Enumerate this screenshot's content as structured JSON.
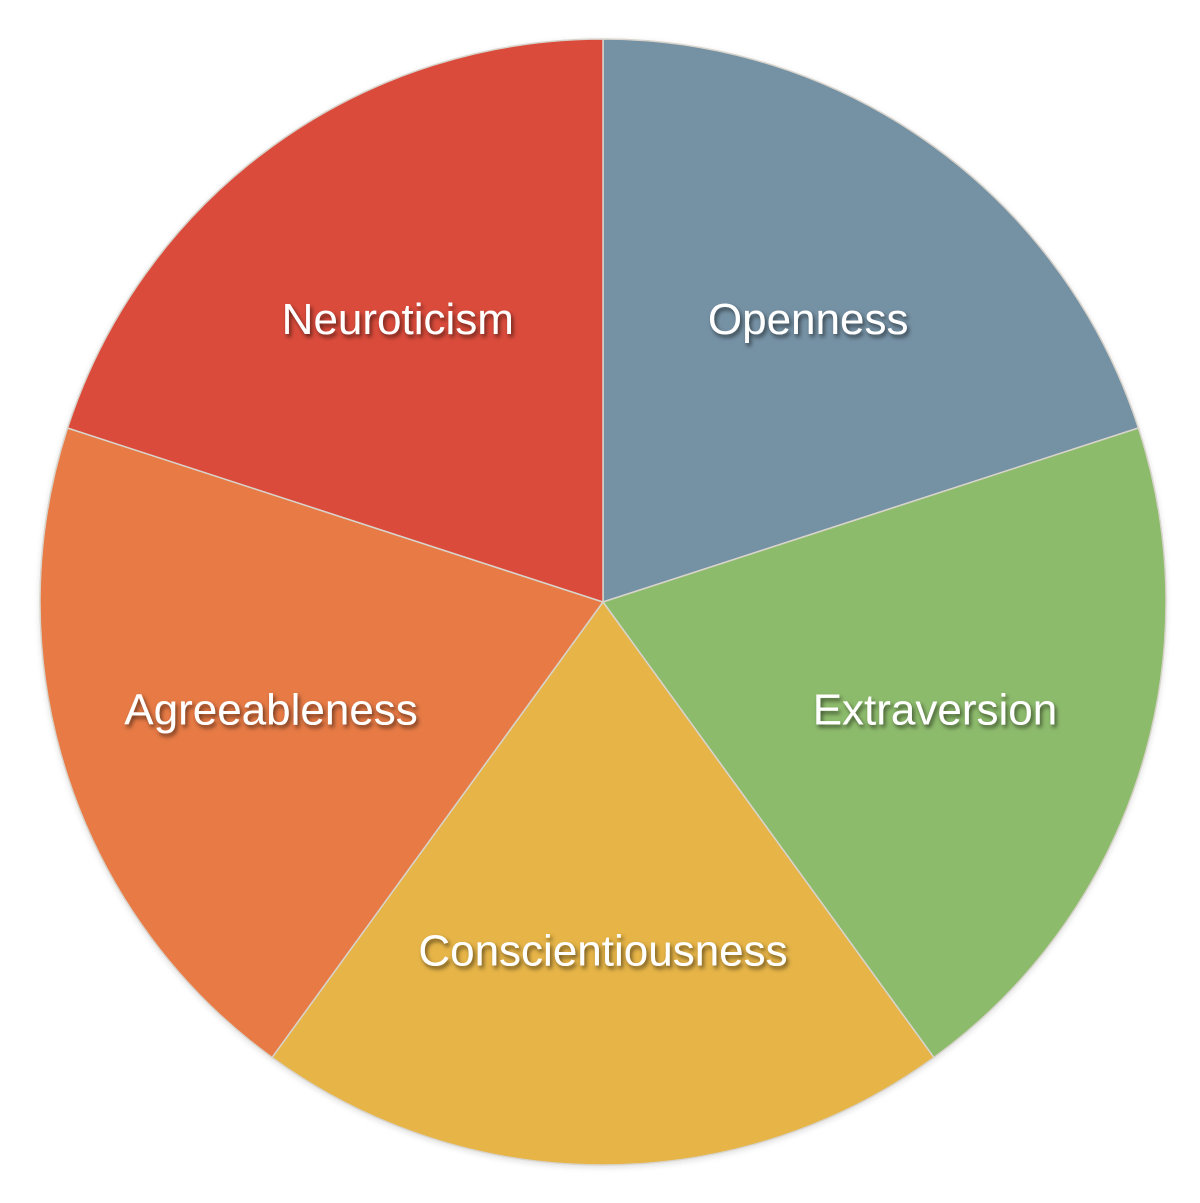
{
  "chart_data": {
    "type": "pie",
    "title": "",
    "slices": [
      {
        "label": "Openness",
        "value": 20,
        "color": "#7491a4"
      },
      {
        "label": "Extraversion",
        "value": 20,
        "color": "#8dbb6c"
      },
      {
        "label": "Conscientiousness",
        "value": 20,
        "color": "#e6b446"
      },
      {
        "label": "Agreeableness",
        "value": 20,
        "color": "#e77a45"
      },
      {
        "label": "Neuroticism",
        "value": 20,
        "color": "#da4b3b"
      }
    ],
    "start_angle_deg": 0,
    "direction": "clockwise",
    "legend": "none"
  }
}
